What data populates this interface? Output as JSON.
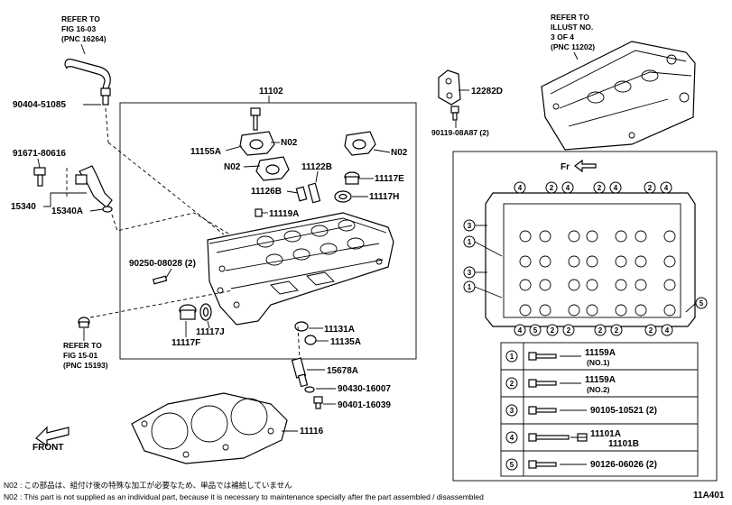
{
  "refs": {
    "top_left": [
      "REFER TO",
      "FIG 16-03",
      "(PNC 16264)"
    ],
    "top_right": [
      "REFER TO",
      "ILLUST NO.",
      "3 OF 4",
      "(PNC 11202)"
    ],
    "bottom_left": [
      "REFER TO",
      "FIG 15-01",
      "(PNC 15193)"
    ]
  },
  "labels": {
    "p90404": "90404-51085",
    "p11102": "11102",
    "p12282d": "12282D",
    "p90119": "90119-08A87 (2)",
    "p91671": "91671-80616",
    "p15340": "15340",
    "p15340a": "15340A",
    "p11155a": "11155A",
    "n02a": "N02",
    "n02b": "N02",
    "n02c": "N02",
    "p11122b": "11122B",
    "p11117e": "11117E",
    "p11126b": "11126B",
    "p11117h": "11117H",
    "p11119a": "11119A",
    "p90250": "90250-08028 (2)",
    "p11117j": "11117J",
    "p11117f": "11117F",
    "p11131a": "11131A",
    "p11135a": "11135A",
    "p15678a": "15678A",
    "p90430": "90430-16007",
    "p90401": "90401-16039",
    "p11116": "11116",
    "front": "FRONT",
    "fr": "Fr"
  },
  "legend": [
    {
      "num": "1",
      "part": "11159A",
      "sub": "(NO.1)"
    },
    {
      "num": "2",
      "part": "11159A",
      "sub": "(NO.2)"
    },
    {
      "num": "3",
      "part": "90105-10521 (2)",
      "sub": ""
    },
    {
      "num": "4",
      "part": "11101A",
      "sub": "11101B"
    },
    {
      "num": "5",
      "part": "90126-06026 (2)",
      "sub": ""
    }
  ],
  "footer": {
    "note_jp": "N02 : この部品は、組付け後の特殊な加工が必要なため、単品では補給していません",
    "note_en": "N02 : This part is not supplied as an individual part, because it is necessary to maintenance specially after the part assembled / disassembled",
    "code": "11A401"
  },
  "colors": {
    "ink": "#000000",
    "paper": "#ffffff"
  }
}
